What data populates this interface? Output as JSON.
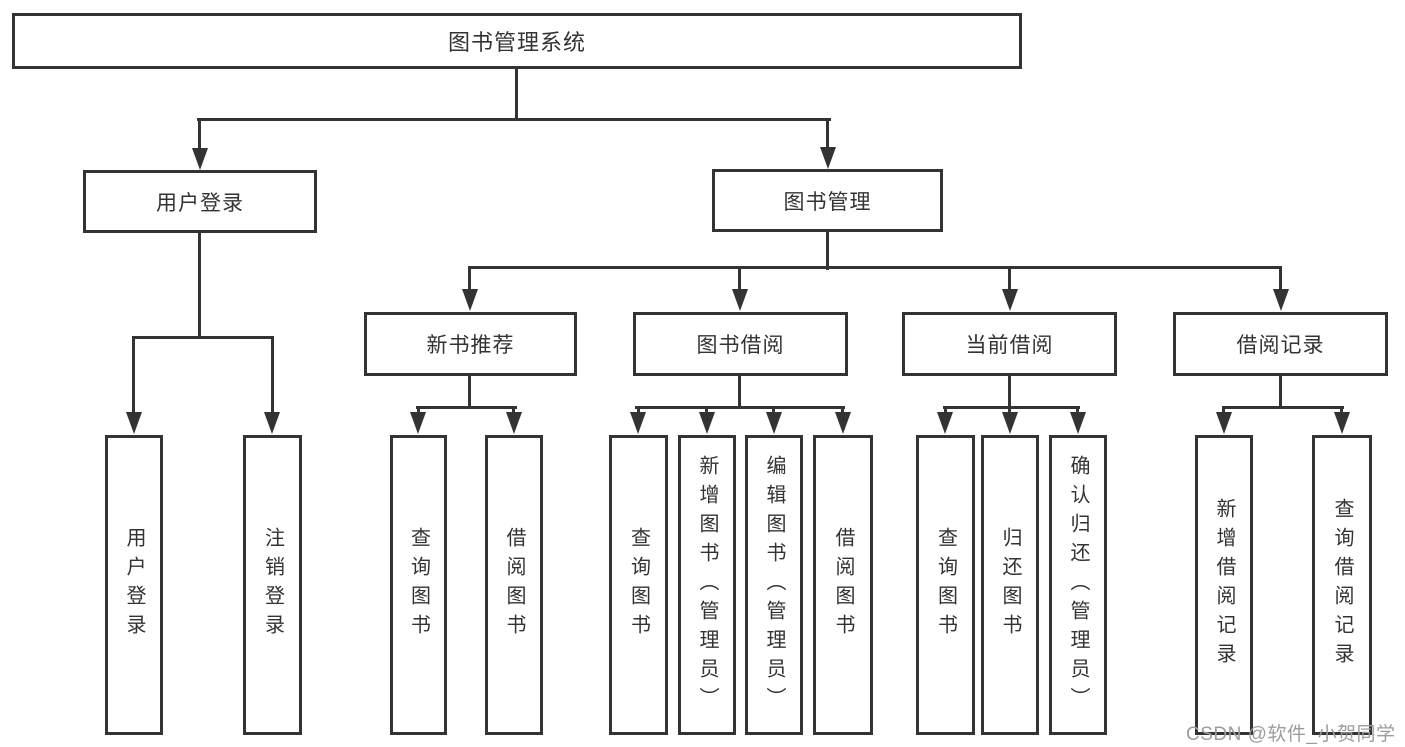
{
  "diagram": {
    "root": {
      "label": "图书管理系统"
    },
    "children": [
      {
        "label": "用户登录",
        "children": [
          {
            "label": "用户登录"
          },
          {
            "label": "注销登录"
          }
        ]
      },
      {
        "label": "图书管理",
        "children": [
          {
            "label": "新书推荐",
            "children": [
              {
                "label": "查询图书"
              },
              {
                "label": "借阅图书"
              }
            ]
          },
          {
            "label": "图书借阅",
            "children": [
              {
                "label": "查询图书"
              },
              {
                "label": "新增图书（管理员）"
              },
              {
                "label": "编辑图书（管理员）"
              },
              {
                "label": "借阅图书"
              }
            ]
          },
          {
            "label": "当前借阅",
            "children": [
              {
                "label": "查询图书"
              },
              {
                "label": "归还图书"
              },
              {
                "label": "确认归还（管理员）"
              }
            ]
          },
          {
            "label": "借阅记录",
            "children": [
              {
                "label": "新增借阅记录"
              },
              {
                "label": "查询借阅记录"
              }
            ]
          }
        ]
      }
    ]
  },
  "watermark": "CSDN @软件_小贺同学",
  "colors": {
    "line": "#333333",
    "text": "#333333",
    "background": "#ffffff",
    "watermark": "#9d9d9d"
  }
}
